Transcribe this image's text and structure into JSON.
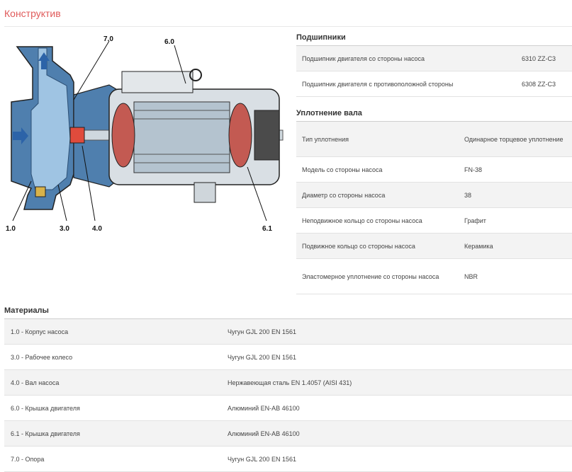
{
  "page_title": "Конструктив",
  "diagram": {
    "labels": [
      "7.0",
      "6.0",
      "1.0",
      "3.0",
      "4.0",
      "6.1"
    ]
  },
  "bearings": {
    "title": "Подшипники",
    "rows": [
      {
        "key": "Подшипник двигателя со стороны насоса",
        "value": "6310 ZZ-C3"
      },
      {
        "key": "Подшипник двигателя с противоположной стороны",
        "value": "6308 ZZ-C3"
      }
    ]
  },
  "seal": {
    "title": "Уплотнение вала",
    "rows": [
      {
        "key": "Тип уплотнения",
        "value": "Одинарное торцевое уплотнение"
      },
      {
        "key": "Модель со стороны насоса",
        "value": "FN-38"
      },
      {
        "key": "Диаметр со стороны насоса",
        "value": "38"
      },
      {
        "key": "Неподвижное кольцо со стороны насоса",
        "value": "Графит"
      },
      {
        "key": "Подвижное кольцо со стороны насоса",
        "value": "Керамика"
      },
      {
        "key": "Эластомерное уплотнение со стороны насоса",
        "value": "NBR"
      }
    ]
  },
  "materials": {
    "title": "Материалы",
    "rows": [
      {
        "key": "1.0 - Корпус насоса",
        "value": "Чугун GJL 200 EN 1561"
      },
      {
        "key": "3.0 - Рабочее колесо",
        "value": "Чугун GJL 200 EN 1561"
      },
      {
        "key": "4.0 - Вал насоса",
        "value": "Нержавеющая сталь EN 1.4057 (AISI 431)"
      },
      {
        "key": "6.0 - Крышка двигателя",
        "value": "Алюминий EN-AB 46100"
      },
      {
        "key": "6.1 - Крышка двигателя",
        "value": "Алюминий EN-AB 46100"
      },
      {
        "key": "7.0 - Опора",
        "value": "Чугун GJL 200 EN 1561"
      }
    ]
  }
}
